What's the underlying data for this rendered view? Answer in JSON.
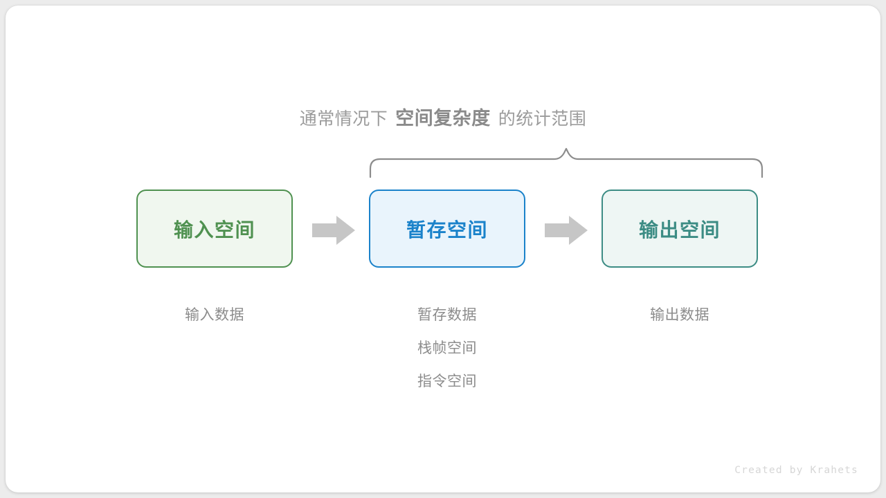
{
  "canvas": {
    "background_color": "#ffffff",
    "page_background_color": "#ececec"
  },
  "caption": {
    "prefix": "通常情况下",
    "emphasis": "空间复杂度",
    "suffix": "的统计范围",
    "normal_color": "#9b9b9b",
    "emphasis_color": "#8a8a8a"
  },
  "brace": {
    "name": "scope-brace",
    "stroke_color": "#8c8c8c",
    "spans_boxes": [
      "暂存空间",
      "输出空间"
    ]
  },
  "boxes": [
    {
      "id": "input",
      "label": "输入空间",
      "border_color": "#4f9150",
      "fill_color": "#f0f7ef",
      "text_color": "#4f9150"
    },
    {
      "id": "temp",
      "label": "暂存空间",
      "border_color": "#1a82ca",
      "fill_color": "#e9f4fc",
      "text_color": "#1a82ca"
    },
    {
      "id": "output",
      "label": "输出空间",
      "border_color": "#3c8c84",
      "fill_color": "#eef6f4",
      "text_color": "#3c8c84"
    }
  ],
  "arrows": [
    {
      "id": "arrow-1",
      "color": "#c6c6c6",
      "direction": "right"
    },
    {
      "id": "arrow-2",
      "color": "#c6c6c6",
      "direction": "right"
    }
  ],
  "sublabels": {
    "text_color": "#8c8c8c",
    "input": [
      "输入数据"
    ],
    "temp": [
      "暂存数据",
      "栈帧空间",
      "指令空间"
    ],
    "output": [
      "输出数据"
    ]
  },
  "credit": {
    "text": "Created by Krahets",
    "color": "#d6d6d6"
  }
}
